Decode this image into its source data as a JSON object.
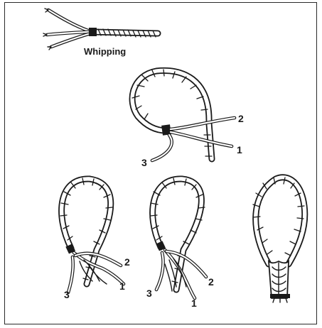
{
  "figure": {
    "whipping_label": "Whipping",
    "steps": [
      {
        "strand_labels": [
          "1",
          "2",
          "3"
        ]
      },
      {
        "strand_labels": [
          "1",
          "2",
          "3"
        ]
      },
      {
        "strand_labels": [
          "1",
          "2",
          "3"
        ]
      },
      {
        "strand_labels": []
      }
    ]
  }
}
